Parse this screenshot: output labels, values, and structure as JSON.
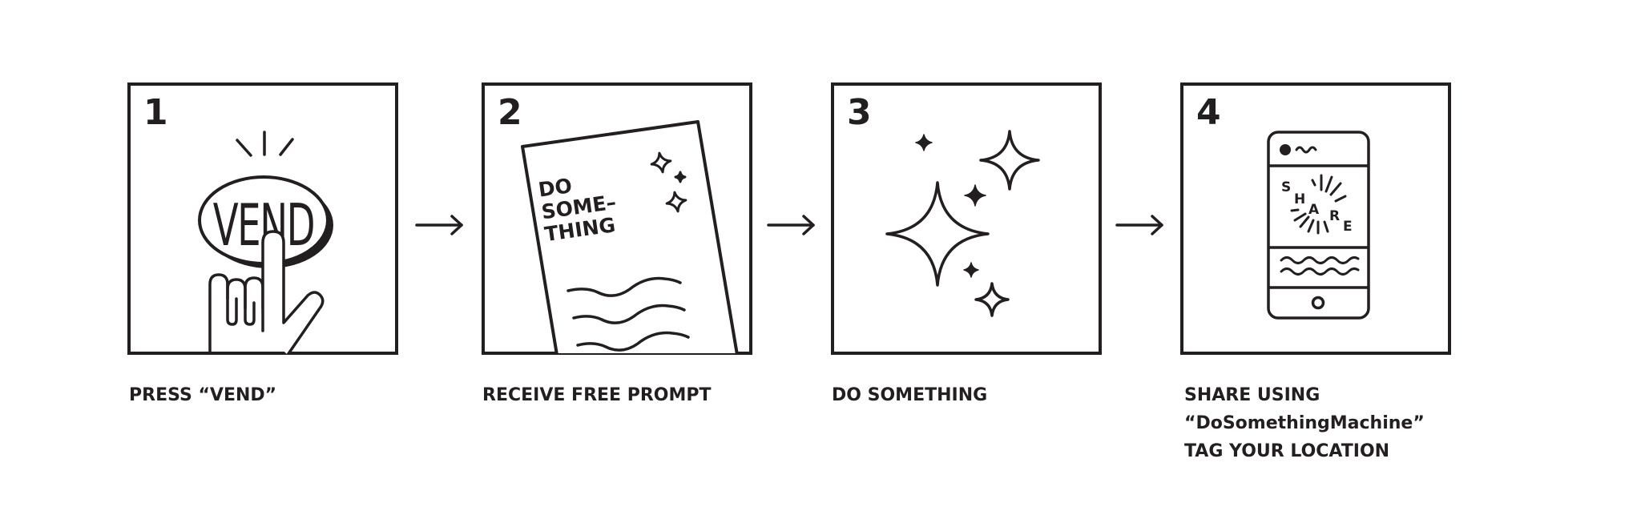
{
  "diagram": {
    "stroke_color": "#231f20",
    "background_color": "#ffffff",
    "steps": [
      {
        "number": "1",
        "icon": "press-vend-button-icon",
        "art_text": "VEND",
        "label_lines": [
          "PRESS “VEND”"
        ]
      },
      {
        "number": "2",
        "icon": "prompt-paper-icon",
        "art_text_lines": [
          "DO",
          "SOME–",
          "THING"
        ],
        "label_lines": [
          "RECEIVE FREE PROMPT"
        ]
      },
      {
        "number": "3",
        "icon": "sparkles-icon",
        "label_lines": [
          "DO SOMETHING"
        ]
      },
      {
        "number": "4",
        "icon": "phone-share-icon",
        "art_text_letters": [
          "S",
          "H",
          "A",
          "R",
          "E"
        ],
        "label_lines": [
          "SHARE USING",
          "“DoSomethingMachine”",
          "TAG YOUR LOCATION"
        ]
      }
    ],
    "arrows": [
      {
        "from": "1",
        "to": "2",
        "icon": "arrow-right-icon"
      },
      {
        "from": "2",
        "to": "3",
        "icon": "arrow-right-icon"
      },
      {
        "from": "3",
        "to": "4",
        "icon": "arrow-right-icon"
      }
    ]
  }
}
